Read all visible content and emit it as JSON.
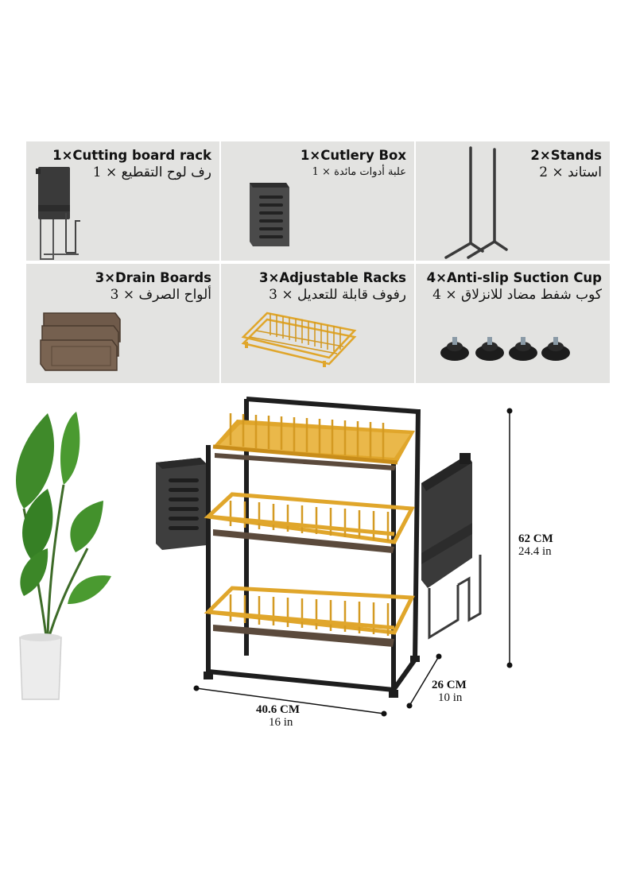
{
  "components": [
    {
      "title": "1×Cutting board rack",
      "subtitle": "رف لوح التقطيع × 1",
      "icon": "cutting-board-rack-icon"
    },
    {
      "title": "1×Cutlery Box",
      "subtitle": "علبة أدوات مائدة × 1",
      "icon": "cutlery-box-icon"
    },
    {
      "title": "2×Stands",
      "subtitle": "استاند × 2",
      "icon": "stands-icon"
    },
    {
      "title": "3×Drain Boards",
      "subtitle": "ألواح الصرف × 3",
      "icon": "drain-boards-icon"
    },
    {
      "title": "3×Adjustable Racks",
      "subtitle": "رفوف قابلة للتعديل × 3",
      "icon": "adjustable-rack-icon"
    },
    {
      "title": "4×Anti-slip Suction Cup",
      "subtitle": "كوب شفط مضاد للانزلاق × 4",
      "icon": "suction-cup-icon"
    }
  ],
  "dimensions": {
    "height": {
      "metric": "62 CM",
      "imperial": "24.4 in"
    },
    "width": {
      "metric": "40.6 CM",
      "imperial": "16 in"
    },
    "depth": {
      "metric": "26 CM",
      "imperial": "10 in"
    }
  },
  "colors": {
    "panel": "#e3e3e1",
    "gold": "#e0a62b",
    "frame": "#1e1e1e",
    "tray": "#6e5a4c",
    "plant_leaf": "#3f8a2a"
  }
}
